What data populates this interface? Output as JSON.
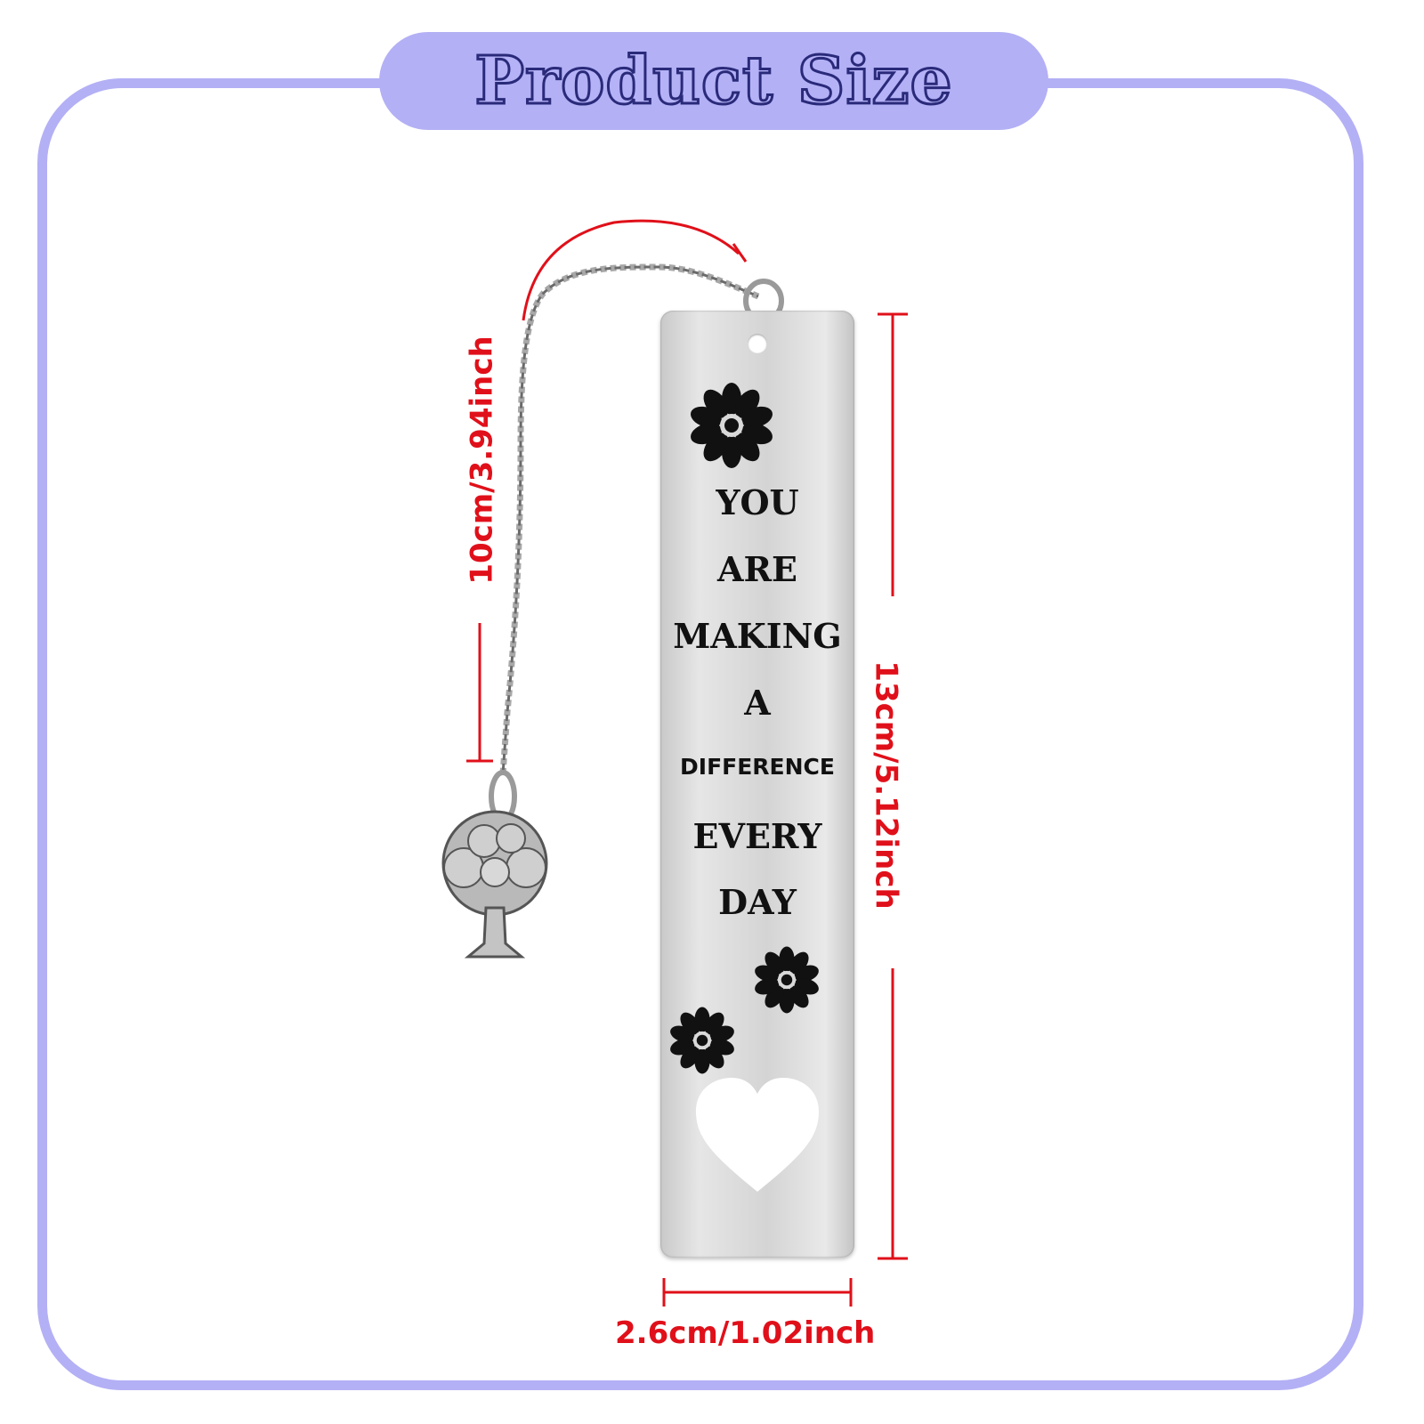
{
  "header": {
    "title": "Product Size"
  },
  "bookmark": {
    "lines": [
      "YOU",
      "ARE",
      "MAKING",
      "A",
      "DIFFERENCE",
      "EVERY",
      "DAY"
    ]
  },
  "dimensions": {
    "chain": "10cm/3.94inch",
    "height": "13cm/5.12inch",
    "width": "2.6cm/1.02inch"
  },
  "colors": {
    "accent": "#b3b0f5",
    "dimension": "#e0101a",
    "engraving": "#111111"
  },
  "icons": [
    "flower-icon",
    "heart-cutout-icon",
    "tree-charm-icon",
    "chain-icon",
    "ring-icon"
  ]
}
